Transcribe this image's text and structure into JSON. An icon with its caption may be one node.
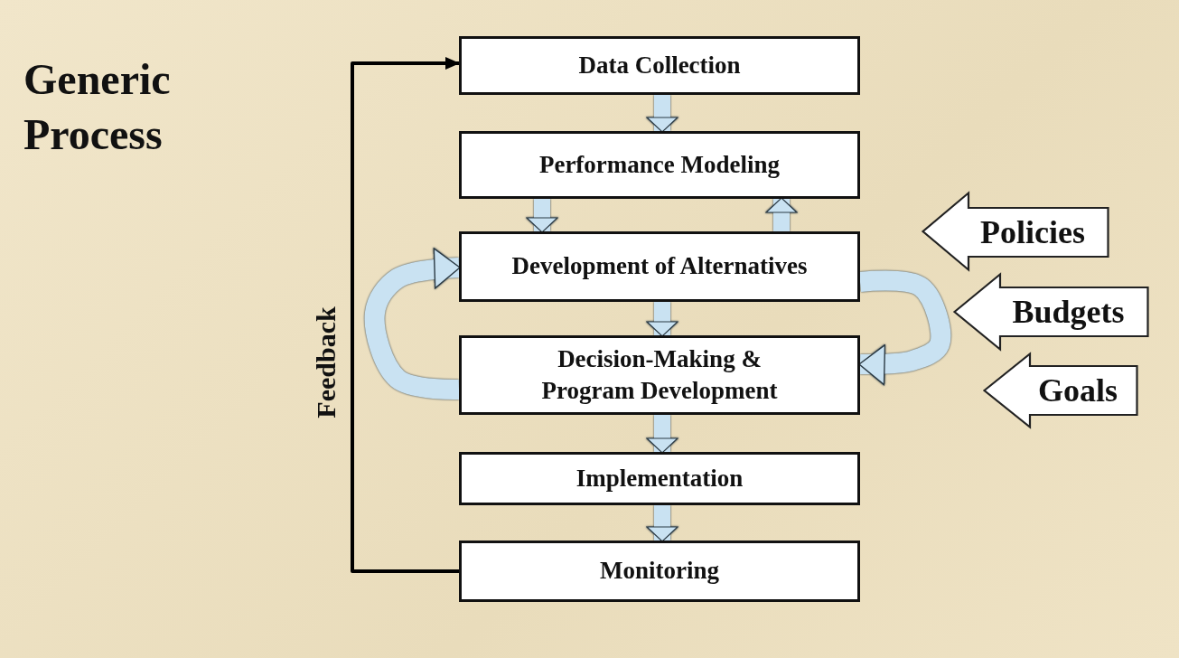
{
  "diagram": {
    "title": "Generic Process",
    "nodes": [
      {
        "text": [
          "Data Collection"
        ]
      },
      {
        "text": [
          "Performance Modeling"
        ]
      },
      {
        "text": [
          "Development of Alternatives"
        ]
      },
      {
        "text": [
          "Decision-Making & Program Development"
        ]
      },
      {
        "text": [
          "Implementation"
        ]
      },
      {
        "text": [
          "Monitoring"
        ]
      },
      {
        "text": [
          "Policies"
        ]
      },
      {
        "text": [
          "Budgets"
        ]
      },
      {
        "text": [
          "Goals"
        ]
      }
    ],
    "edges": [
      {
        "from": 0,
        "to": 1,
        "arrow": "to"
      },
      {
        "from": 1,
        "to": 2,
        "arrow": "to"
      },
      {
        "from": 2,
        "to": 1,
        "arrow": "to"
      },
      {
        "from": 2,
        "to": 3,
        "arrow": "to"
      },
      {
        "from": 3,
        "to": 4,
        "arrow": "to"
      },
      {
        "from": 4,
        "to": 5,
        "arrow": "to"
      },
      {
        "from": 3,
        "to": 2,
        "arrow": "to"
      },
      {
        "from": 2,
        "to": 3,
        "arrow": "to"
      },
      {
        "from": 5,
        "to": 0,
        "arrow": "to",
        "label": "Feedback",
        "color": "#000000"
      }
    ]
  }
}
